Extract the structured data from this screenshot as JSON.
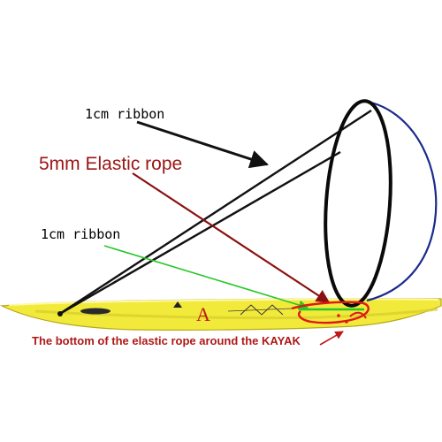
{
  "labels": {
    "ribbon_top": "1cm ribbon",
    "elastic_rope": "5mm Elastic rope",
    "ribbon_middle": "1cm ribbon",
    "bottom_note": "The bottom of the elastic rope around the KAYAK",
    "kayak_mark": "A"
  },
  "colors": {
    "kayak_fill": "#f2ea3a",
    "kayak_stroke": "#b8a818",
    "ribbon": "#111111",
    "loop": "#0a0a0a",
    "loop_back": "#1a2a8c",
    "elastic_arrow": "#8b1010",
    "green_arrow": "#28c828",
    "accent_red": "#e01818"
  }
}
